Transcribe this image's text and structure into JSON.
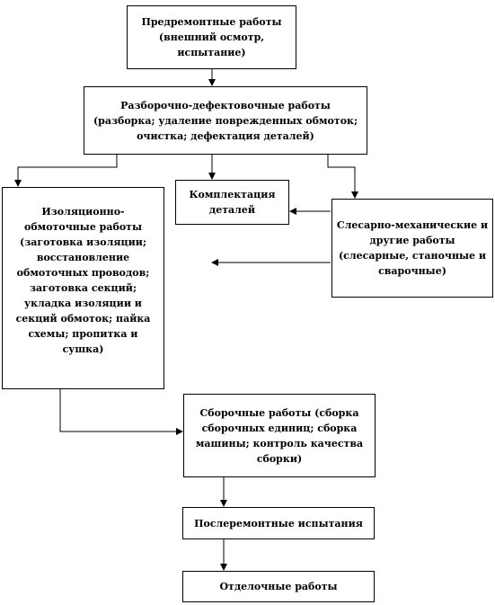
{
  "boxes": {
    "pre_repair": "Предремонтные работы (внешний осмотр, испытание)",
    "disassembly": "Разборочно-дефектовочные работы (разборка; удаление поврежденных обмоток; очистка; дефектация деталей)",
    "insulation_winding": "Изоляционно-обмоточные работы (заготовка изоляции; восстановление обмоточных проводов; заготовка секций; укладка изоляции и секций обмоток; пайка схемы; пропитка и сушка)",
    "parts_kitting": "Комплектация деталей",
    "mechanical": "Слесарно-механические и другие работы (слесарные, станочные и сварочные)",
    "assembly": "Сборочные работы (сборка сборочных единиц; сборка машины; контроль качества сборки)",
    "post_repair_tests": "Послеремонтные испытания",
    "finishing": "Отделочные работы"
  }
}
